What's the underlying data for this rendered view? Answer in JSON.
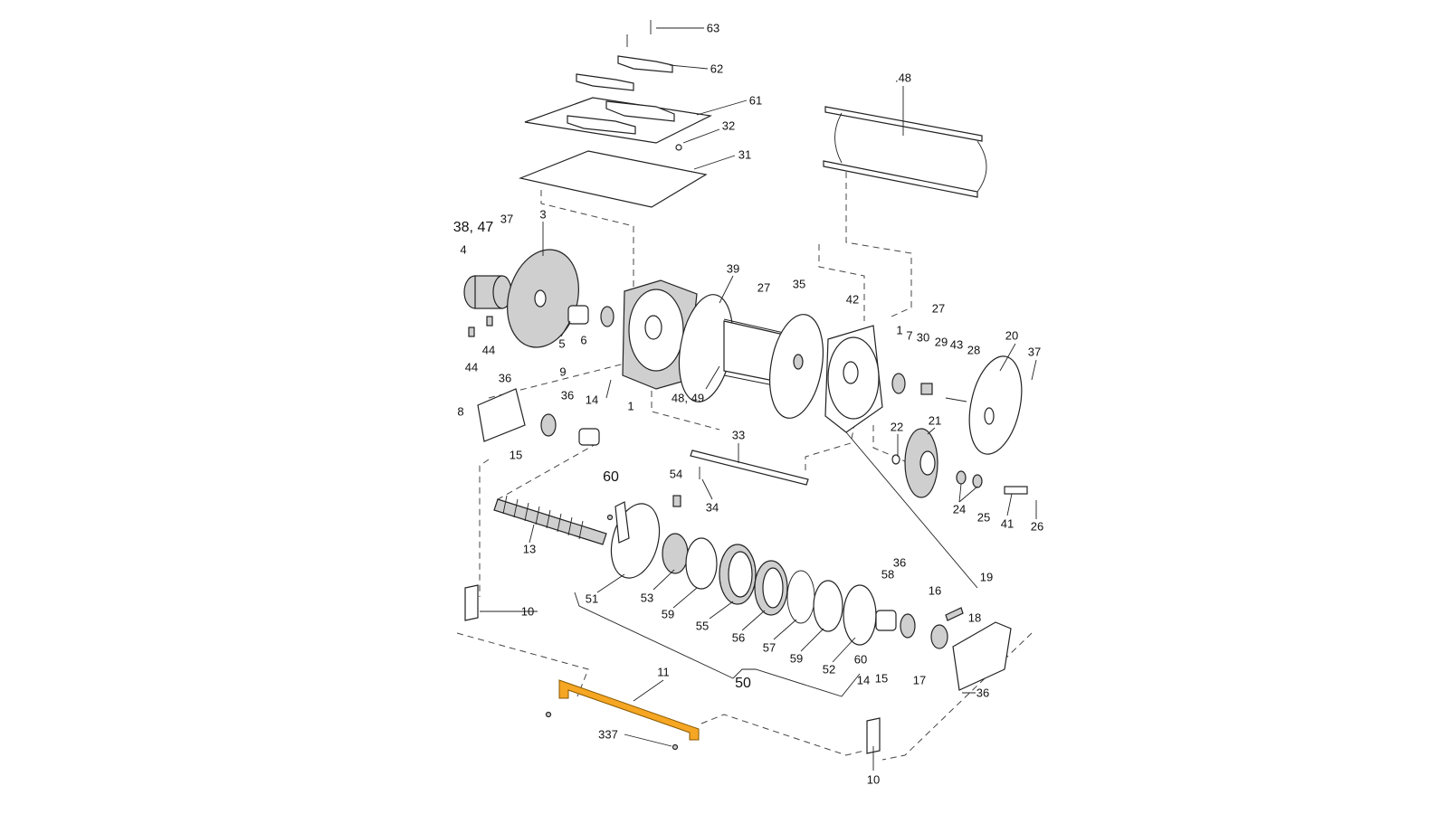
{
  "diagram": {
    "highlight_color": "#F5A623",
    "highlighted_part": "11",
    "labels": {
      "p63": "63",
      "p62": "62",
      "p61": "61",
      "p32": "32",
      "p31": "31",
      "p48top": ".48",
      "p3847": "38, 47",
      "p37a": "37",
      "p3": "3",
      "p4": "4",
      "p39": "39",
      "p27a": "27",
      "p35": "35",
      "p42": "42",
      "p1a": "1",
      "p1b": "1",
      "p27b": "27",
      "p7": "7",
      "p30": "30",
      "p29": "29",
      "p43": "43",
      "p28": "28",
      "p20": "20",
      "p37b": "37",
      "p5": "5",
      "p6": "6",
      "p44a": "44",
      "p44b": "44",
      "p36a": "36",
      "p9": "9",
      "p36b": "36",
      "p14a": "14",
      "p8": "8",
      "p15a": "15",
      "p4849": "48, 49",
      "p22": "22",
      "p21": "21",
      "p33": "33",
      "p60a": "60",
      "p54": "54",
      "p34": "34",
      "p24": "24",
      "p25": "25",
      "p41": "41",
      "p26": "26",
      "p13": "13",
      "p36c": "36",
      "p58": "58",
      "p16": "16",
      "p19": "19",
      "p18": "18",
      "p10a": "10",
      "p51": "51",
      "p53": "53",
      "p59a": "59",
      "p55": "55",
      "p56": "56",
      "p57": "57",
      "p59b": "59",
      "p52": "52",
      "p60b": "60",
      "p14b": "14",
      "p15b": "15",
      "p17": "17",
      "p50": "50",
      "p36d": "36",
      "p11": "11",
      "p337": "337",
      "p10b": "10"
    }
  }
}
